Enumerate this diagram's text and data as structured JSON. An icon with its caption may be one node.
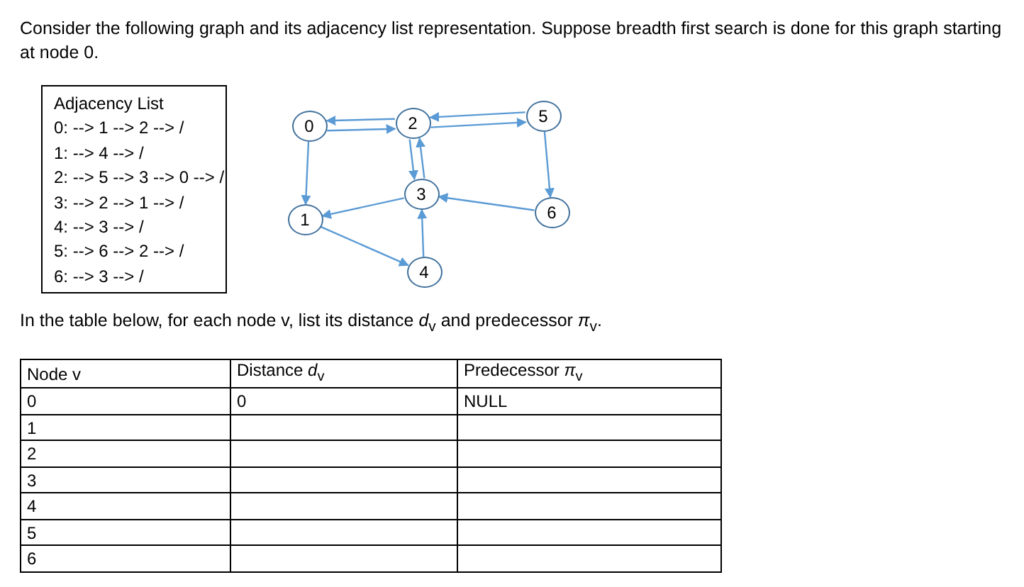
{
  "diagram": {
    "nodes": [
      {
        "text": [
          "Adjacency List",
          "0: --> 1 --> 2 --> /",
          "1: --> 4 --> /",
          "2: --> 5 --> 3 --> 0 --> /",
          "3: --> 2 --> 1 --> /",
          "4: --> 3 --> /",
          "5: --> 6 --> 2 --> /",
          "6: --> 3 --> /"
        ]
      },
      {
        "text": [
          "0"
        ]
      },
      {
        "text": [
          "1"
        ]
      },
      {
        "text": [
          "2"
        ]
      },
      {
        "text": [
          "3"
        ]
      },
      {
        "text": [
          "4"
        ]
      },
      {
        "text": [
          "5"
        ]
      },
      {
        "text": [
          "6"
        ]
      }
    ],
    "edges": [
      {
        "from": 3,
        "to": 1,
        "arrow": "to"
      },
      {
        "from": 1,
        "to": 3,
        "arrow": "to"
      },
      {
        "from": 3,
        "to": 6,
        "arrow": "to"
      },
      {
        "from": 6,
        "to": 3,
        "arrow": "to"
      },
      {
        "from": 1,
        "to": 2,
        "arrow": "to"
      },
      {
        "from": 4,
        "to": 3,
        "arrow": "to"
      },
      {
        "from": 3,
        "to": 4,
        "arrow": "to"
      },
      {
        "from": 6,
        "to": 7,
        "arrow": "to"
      },
      {
        "from": 4,
        "to": 2,
        "arrow": "to"
      },
      {
        "from": 7,
        "to": 4,
        "arrow": "to"
      },
      {
        "from": 2,
        "to": 5,
        "arrow": "to"
      },
      {
        "from": 5,
        "to": 4,
        "arrow": "to"
      }
    ],
    "labels": [
      "Consider the following graph and its adjacency list representation.  Suppose breadth first search is done for this graph starting at node 0.",
      "In the table below, for each node v, list its distance *d*$_{v}$ and predecessor *π*$_{v}$.",
      "Node v",
      "Distance *d*$_{v}$",
      "Predecessor *π*$_{v}$",
      "0",
      "0",
      "NULL",
      "1",
      "2",
      "3",
      "4",
      "5",
      "6"
    ]
  }
}
